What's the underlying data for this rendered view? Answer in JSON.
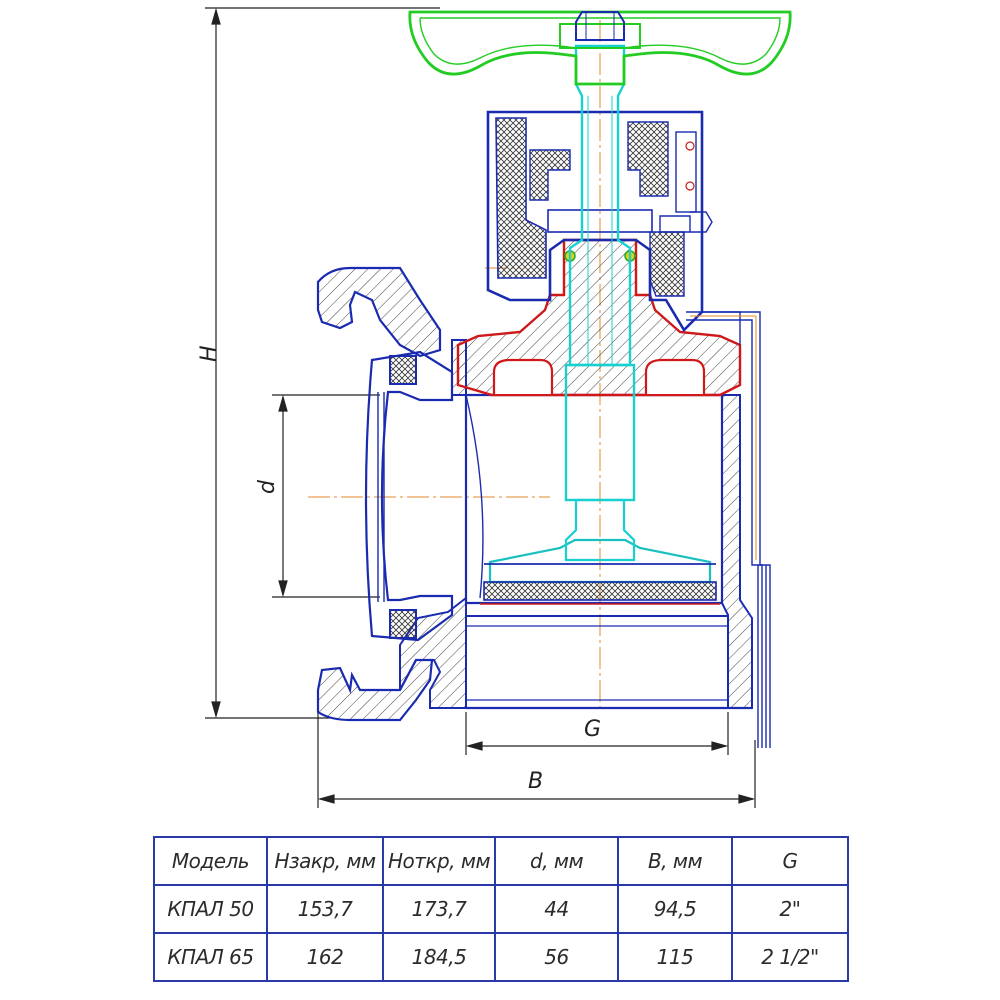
{
  "dimensions": {
    "H": "H",
    "d": "d",
    "G": "G",
    "B": "B"
  },
  "table": {
    "headers": [
      "Модель",
      "Hзакр, мм",
      "Hоткр, мм",
      "d, мм",
      "B, мм",
      "G"
    ],
    "rows": [
      [
        "КПАЛ 50",
        "153,7",
        "173,7",
        "44",
        "94,5",
        "2\""
      ],
      [
        "КПАЛ 65",
        "162",
        "184,5",
        "56",
        "115",
        "2 1/2\""
      ]
    ]
  },
  "colors": {
    "handwheel": "#22cc22",
    "body": "#1a2bb0",
    "bonnet": "#d01818",
    "stem": "#18d0d0",
    "centerline": "#e08a2a",
    "hatch": "#333333",
    "dimension": "#222222",
    "table_border": "#2a3aa8"
  }
}
